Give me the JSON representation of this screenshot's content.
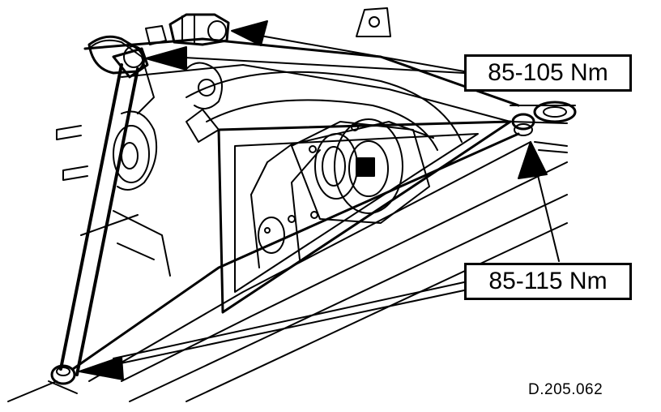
{
  "labels": {
    "upper_torque": "85-105 Nm",
    "lower_torque": "85-115 Nm",
    "figure_reference": "D.205.062"
  },
  "colors": {
    "line": "#000000",
    "background": "#ffffff"
  }
}
